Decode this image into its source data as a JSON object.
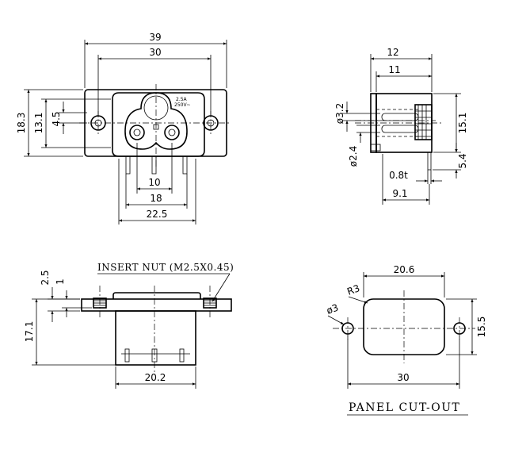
{
  "front_view": {
    "width_total": "39",
    "hole_spacing": "30",
    "height_total": "18.3",
    "body_height": "13.1",
    "top_offset": "4.5",
    "pin_spacing": "10",
    "pins_width": "18",
    "body_width": "22.5",
    "rating_current": "2.5A",
    "rating_voltage": "250V~"
  },
  "side_view": {
    "flange_width": "12",
    "body_depth": "11",
    "hole_dia": "ø3.2",
    "height": "15.1",
    "pin_dia": "ø2.4",
    "pin_length": "5.4",
    "pin_thickness": "0.8t",
    "pin_offset": "9.1"
  },
  "bottom_view": {
    "note": "INSERT NUT (M2.5X0.45)",
    "flange_thickness": "2.5",
    "nut_thickness": "1",
    "overall_height": "17.1",
    "body_width": "20.2"
  },
  "cutout": {
    "width": "20.6",
    "corner_radius": "R3",
    "hole_dia": "ø3",
    "height": "15.5",
    "hole_spacing": "30",
    "title": "PANEL CUT-OUT"
  }
}
